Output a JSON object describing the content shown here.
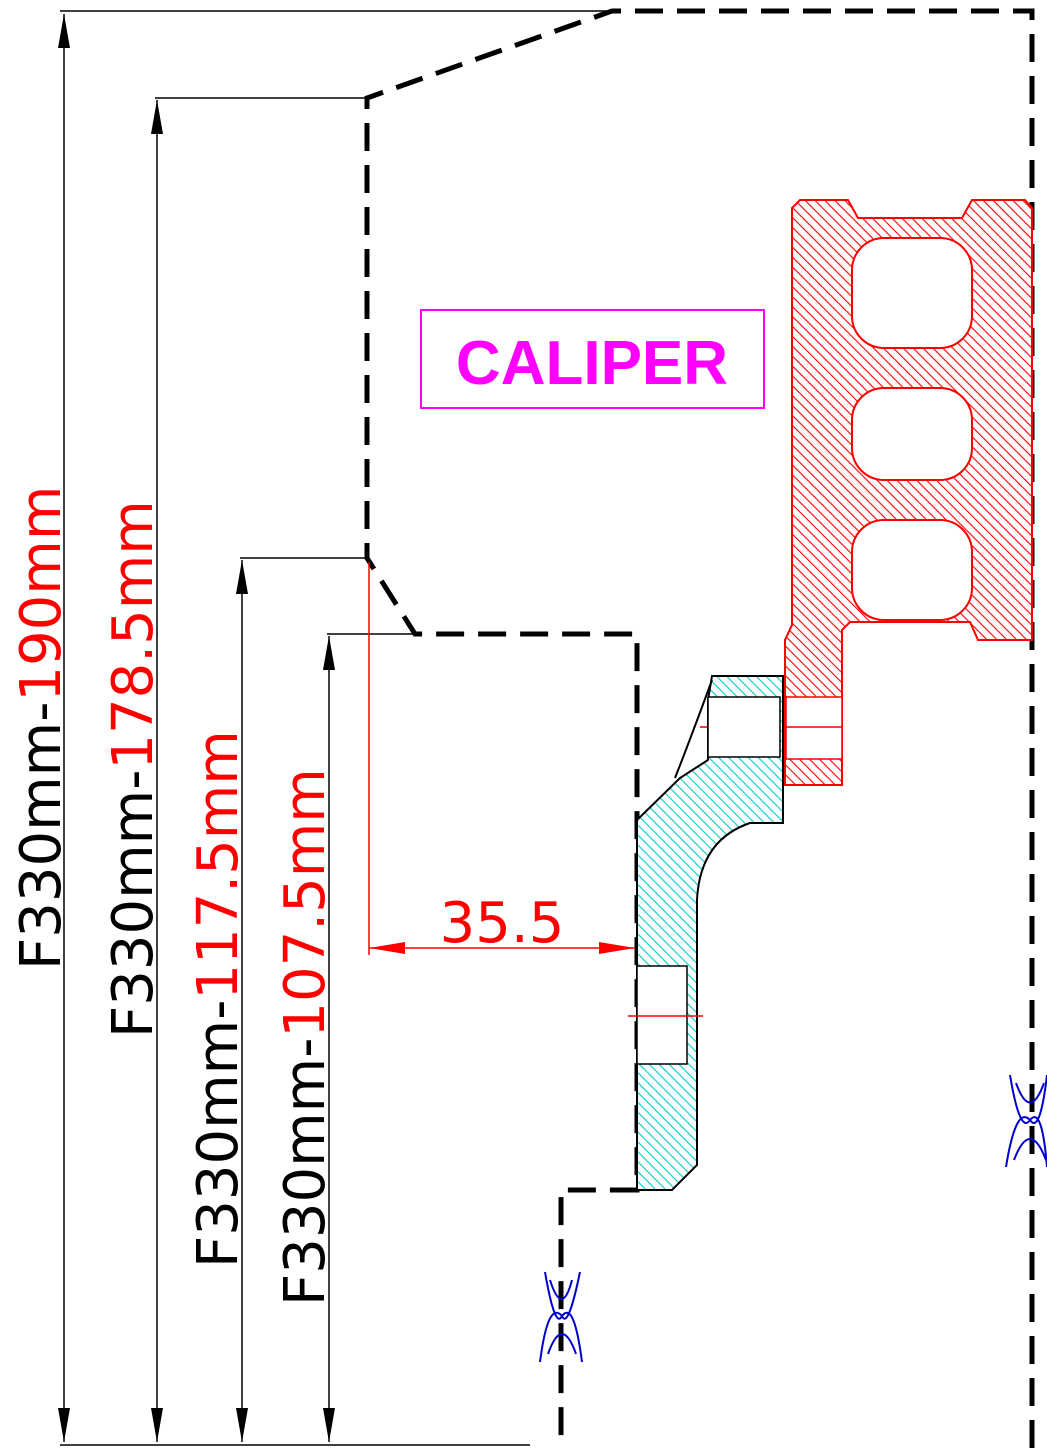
{
  "label": {
    "text": "CALIPER"
  },
  "dimensions": [
    {
      "prefix": "F330mm-",
      "value": "190mm"
    },
    {
      "prefix": "F330mm-",
      "value": "178.5mm"
    },
    {
      "prefix": "F330mm-",
      "value": "117.5mm"
    },
    {
      "prefix": "F330mm-",
      "value": "107.5mm"
    }
  ],
  "offset": {
    "text": "35.5"
  },
  "colors": {
    "outline": "#000000",
    "dimension_value": "#ff0000",
    "caliper_section": "#ff0000",
    "adapter_section": "#00cccc",
    "label": "#ff00ff",
    "break_symbol": "#0000cc"
  }
}
